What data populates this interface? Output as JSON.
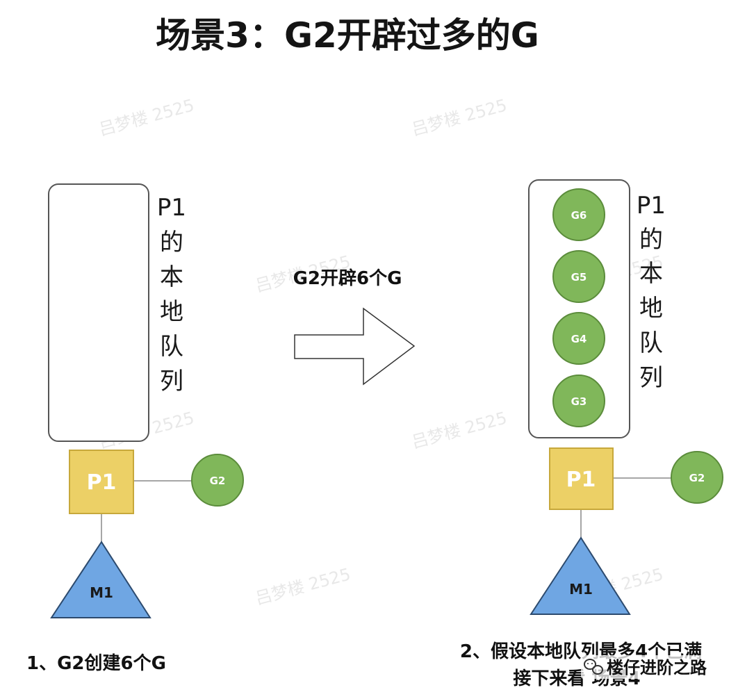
{
  "title": "场景3：G2开辟过多的G",
  "watermark": "吕梦楼 2525",
  "left": {
    "queue_label": [
      "P1",
      "的",
      "本",
      "地",
      "队",
      "列"
    ],
    "processor": "P1",
    "goroutine": "G2",
    "machine": "M1",
    "caption": "1、G2创建6个G"
  },
  "arrow_label": "G2开辟6个G",
  "right": {
    "queue_items": [
      "G6",
      "G5",
      "G4",
      "G3"
    ],
    "queue_label": [
      "P1",
      "的",
      "本",
      "地",
      "队",
      "列"
    ],
    "processor": "P1",
    "goroutine": "G2",
    "machine": "M1",
    "caption_line1": "2、假设本地队列最多4个已满",
    "caption_line2": "接下来看 场景4"
  },
  "badge_text": "楼仔进阶之路",
  "colors": {
    "goroutine_fill": "#80b75a",
    "goroutine_stroke": "#5b8c3b",
    "processor_fill": "#ecd066",
    "processor_stroke": "#c7a83b",
    "machine_fill": "#6fa6e3",
    "machine_stroke": "#2c4a6e",
    "queue_stroke": "#555555",
    "arrow_stroke": "#333333"
  }
}
